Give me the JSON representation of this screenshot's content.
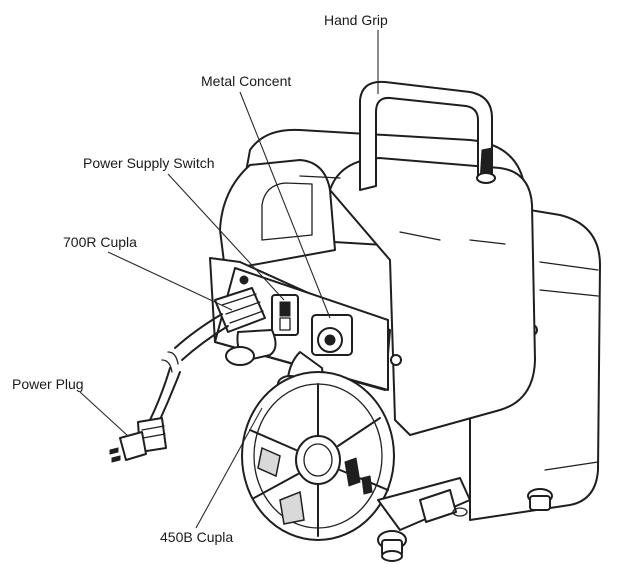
{
  "labels": {
    "hand_grip": "Hand Grip",
    "metal_concent": "Metal Concent",
    "power_supply_switch": "Power Supply Switch",
    "cupla_700r": "700R Cupla",
    "power_plug": "Power Plug",
    "cupla_450b": "450B Cupla"
  },
  "colors": {
    "ink": "#1f1f1f",
    "background": "#ffffff"
  }
}
